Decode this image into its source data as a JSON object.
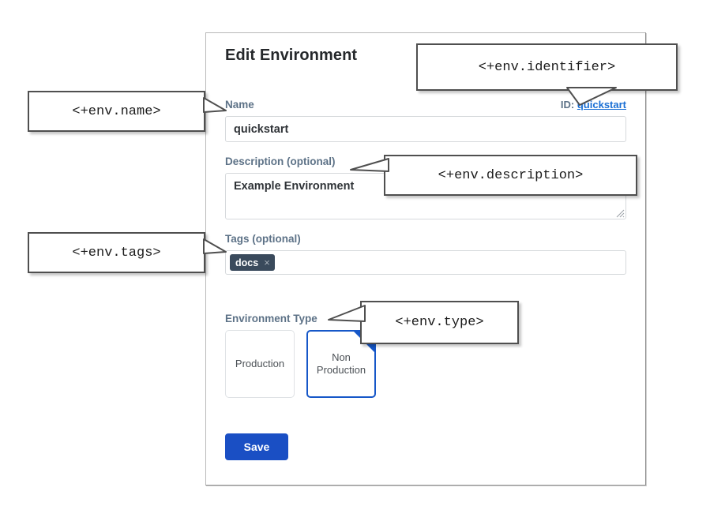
{
  "dialog": {
    "title": "Edit Environment",
    "identifier_label": "ID:",
    "identifier_value": "quickstart",
    "fields": {
      "name": {
        "label": "Name",
        "value": "quickstart",
        "placeholder": ""
      },
      "description": {
        "label": "Description (optional)",
        "value": "Example Environment",
        "placeholder": ""
      },
      "tags": {
        "label": "Tags (optional)",
        "chips": [
          {
            "text": "docs",
            "remove_icon": "×"
          }
        ],
        "placeholder": ""
      },
      "environment_type": {
        "label": "Environment Type",
        "options": [
          {
            "label": "Production",
            "selected": false
          },
          {
            "label": "Non\nProduction",
            "line1": "Non",
            "line2": "Production",
            "selected": true
          }
        ]
      }
    },
    "save_label": "Save"
  },
  "callouts": {
    "name": "<+env.name>",
    "identifier": "<+env.identifier>",
    "description": "<+env.description>",
    "tags": "<+env.tags>",
    "type": "<+env.type>"
  },
  "colors": {
    "accent_blue": "#1a4fc4",
    "link_blue": "#1a6fd4",
    "selected_border": "#1657c8",
    "label_slate": "#5d7287",
    "chip_bg": "#3a4a5c",
    "callout_border": "#4f4f4f"
  }
}
